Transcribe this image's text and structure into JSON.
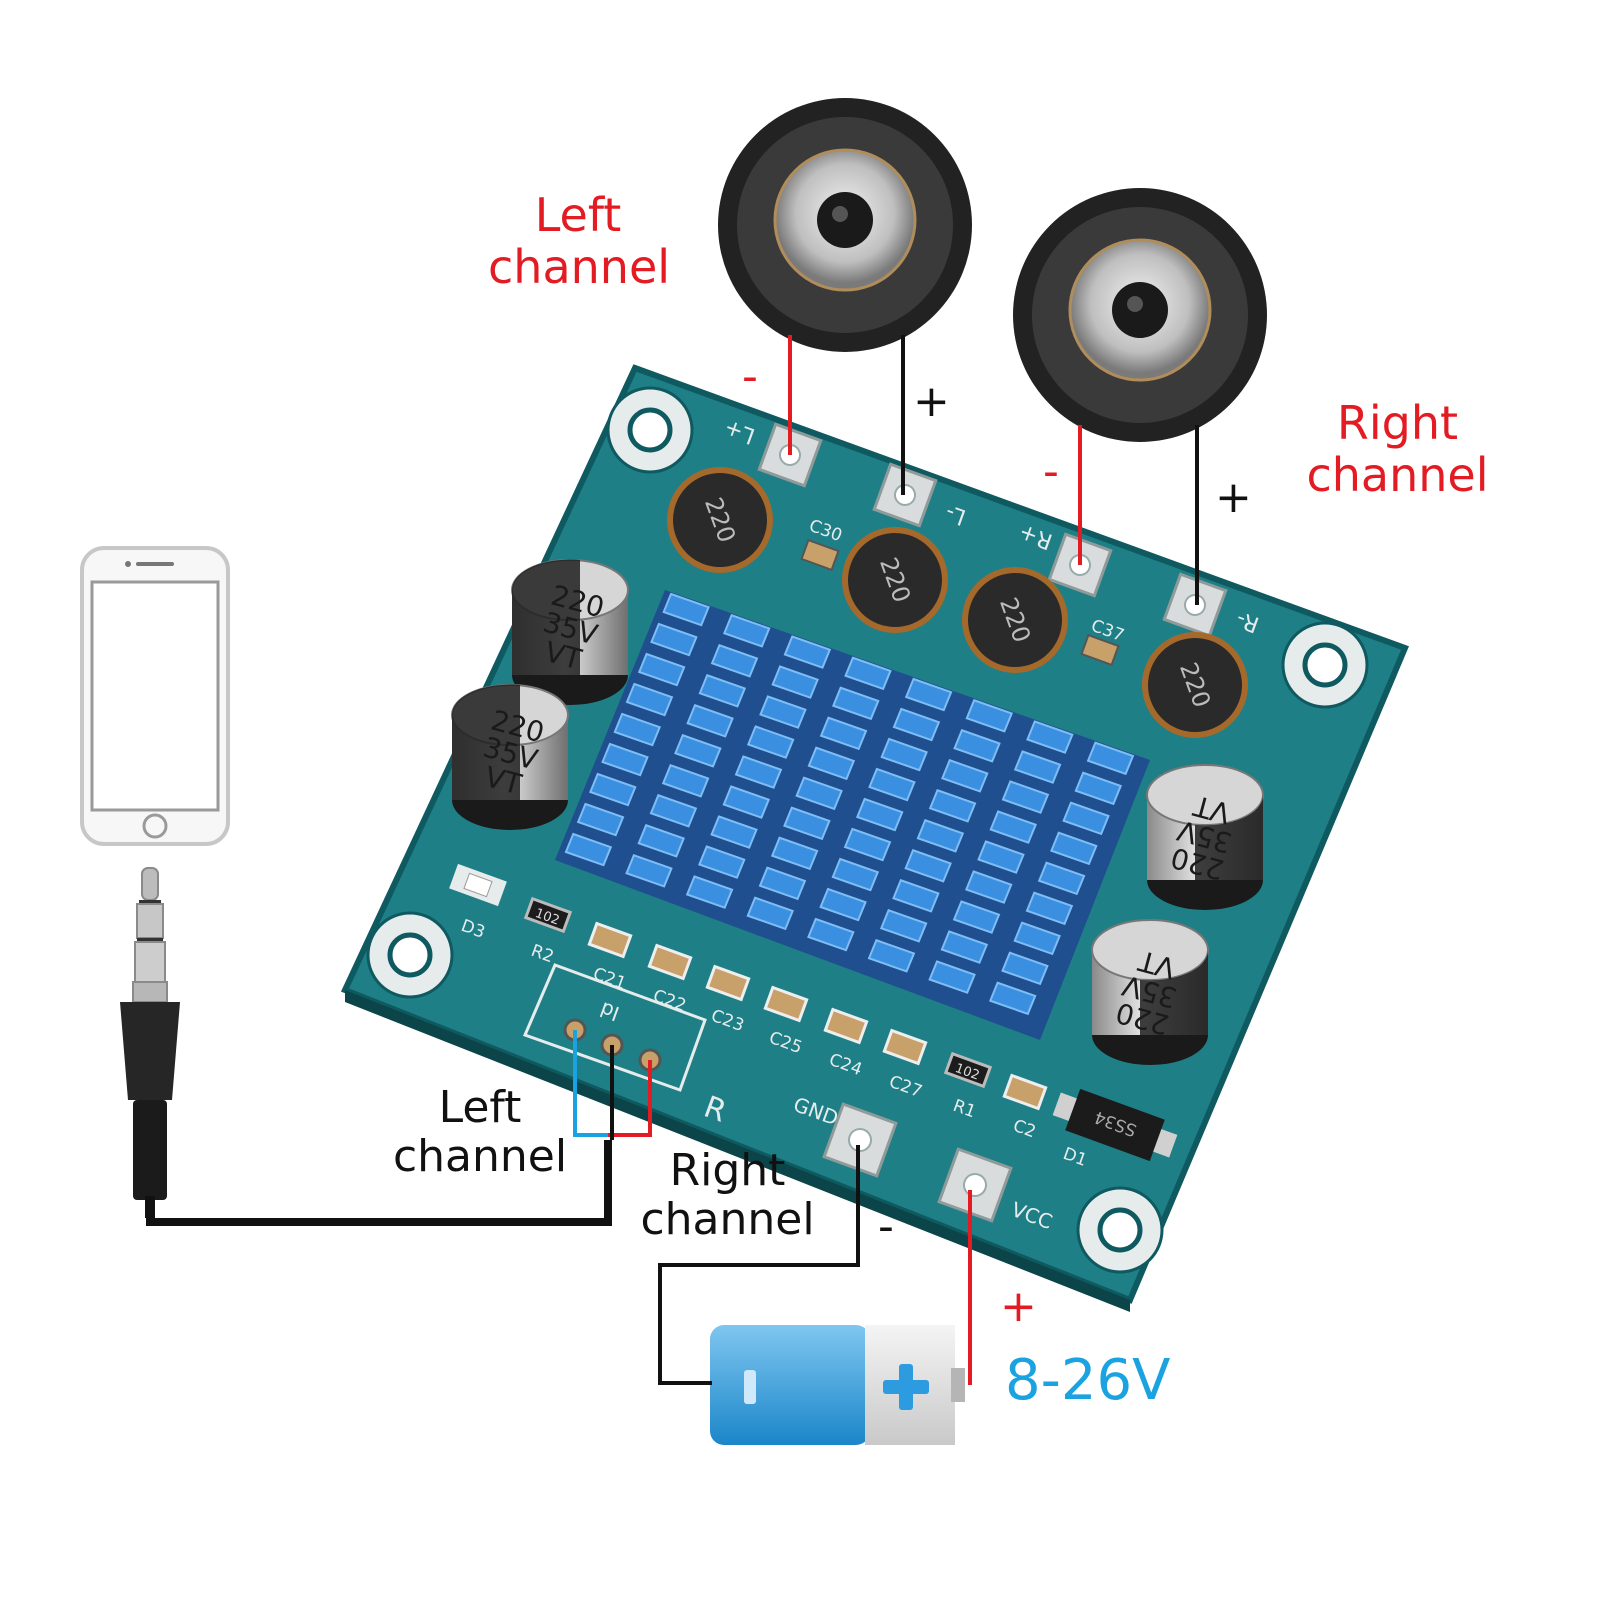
{
  "labels": {
    "speaker_left_title": "Left\nchannel",
    "speaker_right_title": "Right\nchannel",
    "input_left_title": "Left\nchannel",
    "input_right_title": "Right\nchannel",
    "voltage": "8-26V",
    "sign_minus": "-",
    "sign_plus": "+"
  },
  "board": {
    "speaker_pads": [
      "L+",
      "L-",
      "R+",
      "R-"
    ],
    "power_pads": [
      "GND",
      "VCC"
    ],
    "input_header": "Id",
    "input_header_r": "R",
    "components": {
      "caps_big": "220\n35V\nVT",
      "inductor": "220",
      "smd_caps": [
        "C21",
        "C22",
        "C23",
        "C25",
        "C24",
        "C27",
        "C2"
      ],
      "resistors": [
        "R2",
        "R1"
      ],
      "resistor_code": "102",
      "top_caps": [
        "C30",
        "C37"
      ],
      "diodes": [
        "D3",
        "D1"
      ],
      "diode_code": "SS34"
    }
  },
  "colors": {
    "label_red": "#e31b23",
    "label_blue": "#1aa3e0",
    "wire_red": "#e31b23",
    "wire_black": "#111111",
    "wire_blue": "#1aa3e0",
    "pcb": "#1e7f86",
    "heatsink": "#2f7fd0"
  },
  "icons": [
    "phone-icon",
    "audio-jack-icon",
    "speaker-icon",
    "battery-icon"
  ]
}
